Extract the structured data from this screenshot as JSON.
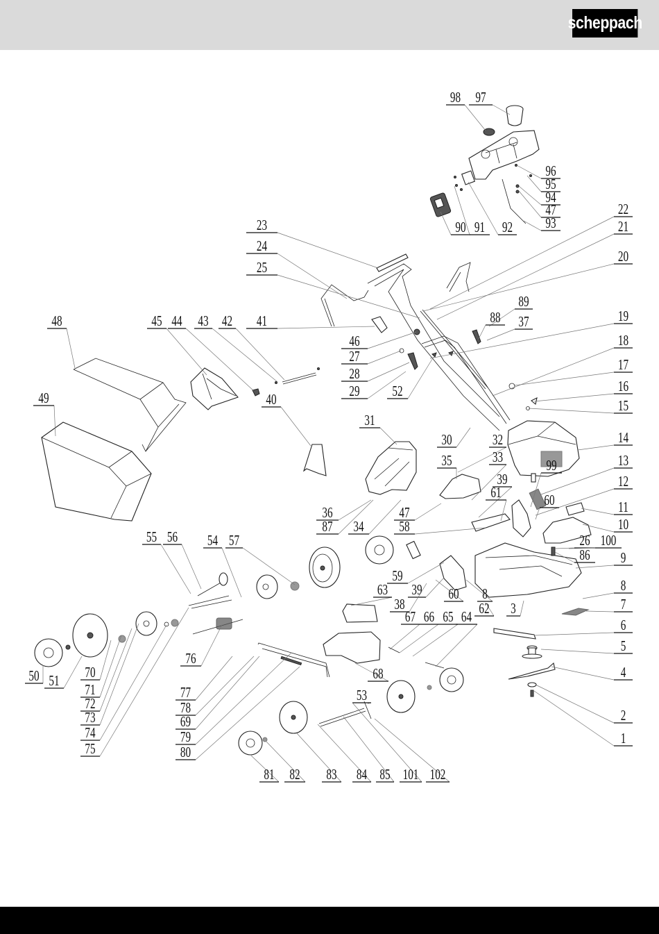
{
  "header": {
    "brand": "scheppach",
    "background": "#dadada",
    "logo_bg": "#000000",
    "logo_fg": "#ffffff"
  },
  "footer": {
    "background": "#000000"
  },
  "diagram": {
    "title": "Exploded parts view — lawn mower",
    "labels": [
      {
        "id": "98",
        "text": "98"
      },
      {
        "id": "97",
        "text": "97"
      },
      {
        "id": "96",
        "text": "96"
      },
      {
        "id": "95",
        "text": "95"
      },
      {
        "id": "94",
        "text": "94"
      },
      {
        "id": "47a",
        "text": "47"
      },
      {
        "id": "93",
        "text": "93"
      },
      {
        "id": "90",
        "text": "90"
      },
      {
        "id": "91",
        "text": "91"
      },
      {
        "id": "92",
        "text": "92"
      },
      {
        "id": "22",
        "text": "22"
      },
      {
        "id": "21",
        "text": "21"
      },
      {
        "id": "20",
        "text": "20"
      },
      {
        "id": "23",
        "text": "23"
      },
      {
        "id": "24",
        "text": "24"
      },
      {
        "id": "25",
        "text": "25"
      },
      {
        "id": "89",
        "text": "89"
      },
      {
        "id": "88",
        "text": "88"
      },
      {
        "id": "37",
        "text": "37"
      },
      {
        "id": "19",
        "text": "19"
      },
      {
        "id": "18",
        "text": "18"
      },
      {
        "id": "17",
        "text": "17"
      },
      {
        "id": "16",
        "text": "16"
      },
      {
        "id": "15",
        "text": "15"
      },
      {
        "id": "48",
        "text": "48"
      },
      {
        "id": "45",
        "text": "45"
      },
      {
        "id": "44",
        "text": "44"
      },
      {
        "id": "43",
        "text": "43"
      },
      {
        "id": "42",
        "text": "42"
      },
      {
        "id": "41",
        "text": "41"
      },
      {
        "id": "46",
        "text": "46"
      },
      {
        "id": "27",
        "text": "27"
      },
      {
        "id": "28",
        "text": "28"
      },
      {
        "id": "29",
        "text": "29"
      },
      {
        "id": "52",
        "text": "52"
      },
      {
        "id": "49",
        "text": "49"
      },
      {
        "id": "40",
        "text": "40"
      },
      {
        "id": "31",
        "text": "31"
      },
      {
        "id": "30",
        "text": "30"
      },
      {
        "id": "32",
        "text": "32"
      },
      {
        "id": "14",
        "text": "14"
      },
      {
        "id": "35",
        "text": "35"
      },
      {
        "id": "33",
        "text": "33"
      },
      {
        "id": "13",
        "text": "13"
      },
      {
        "id": "99",
        "text": "99"
      },
      {
        "id": "39a",
        "text": "39"
      },
      {
        "id": "12",
        "text": "12"
      },
      {
        "id": "61",
        "text": "61"
      },
      {
        "id": "60a",
        "text": "60"
      },
      {
        "id": "11",
        "text": "11"
      },
      {
        "id": "36",
        "text": "36"
      },
      {
        "id": "87",
        "text": "87"
      },
      {
        "id": "34",
        "text": "34"
      },
      {
        "id": "47b",
        "text": "47"
      },
      {
        "id": "58",
        "text": "58"
      },
      {
        "id": "10",
        "text": "10"
      },
      {
        "id": "26",
        "text": "26"
      },
      {
        "id": "100",
        "text": "100"
      },
      {
        "id": "86",
        "text": "86"
      },
      {
        "id": "9",
        "text": "9"
      },
      {
        "id": "55",
        "text": "55"
      },
      {
        "id": "56",
        "text": "56"
      },
      {
        "id": "54",
        "text": "54"
      },
      {
        "id": "57",
        "text": "57"
      },
      {
        "id": "59",
        "text": "59"
      },
      {
        "id": "39b",
        "text": "39"
      },
      {
        "id": "38",
        "text": "38"
      },
      {
        "id": "60b",
        "text": "60"
      },
      {
        "id": "8a",
        "text": "8"
      },
      {
        "id": "62",
        "text": "62"
      },
      {
        "id": "8b",
        "text": "8"
      },
      {
        "id": "3",
        "text": "3"
      },
      {
        "id": "7",
        "text": "7"
      },
      {
        "id": "63",
        "text": "63"
      },
      {
        "id": "67",
        "text": "67"
      },
      {
        "id": "66",
        "text": "66"
      },
      {
        "id": "65",
        "text": "65"
      },
      {
        "id": "64",
        "text": "64"
      },
      {
        "id": "6",
        "text": "6"
      },
      {
        "id": "76",
        "text": "76"
      },
      {
        "id": "5",
        "text": "5"
      },
      {
        "id": "50",
        "text": "50"
      },
      {
        "id": "51",
        "text": "51"
      },
      {
        "id": "70",
        "text": "70"
      },
      {
        "id": "68",
        "text": "68"
      },
      {
        "id": "4",
        "text": "4"
      },
      {
        "id": "71",
        "text": "71"
      },
      {
        "id": "72",
        "text": "72"
      },
      {
        "id": "73",
        "text": "73"
      },
      {
        "id": "74",
        "text": "74"
      },
      {
        "id": "75",
        "text": "75"
      },
      {
        "id": "77",
        "text": "77"
      },
      {
        "id": "78",
        "text": "78"
      },
      {
        "id": "69",
        "text": "69"
      },
      {
        "id": "79",
        "text": "79"
      },
      {
        "id": "80",
        "text": "80"
      },
      {
        "id": "53",
        "text": "53"
      },
      {
        "id": "2",
        "text": "2"
      },
      {
        "id": "1",
        "text": "1"
      },
      {
        "id": "81",
        "text": "81"
      },
      {
        "id": "82",
        "text": "82"
      },
      {
        "id": "83",
        "text": "83"
      },
      {
        "id": "84",
        "text": "84"
      },
      {
        "id": "85",
        "text": "85"
      },
      {
        "id": "101",
        "text": "101"
      },
      {
        "id": "102",
        "text": "102"
      }
    ]
  }
}
